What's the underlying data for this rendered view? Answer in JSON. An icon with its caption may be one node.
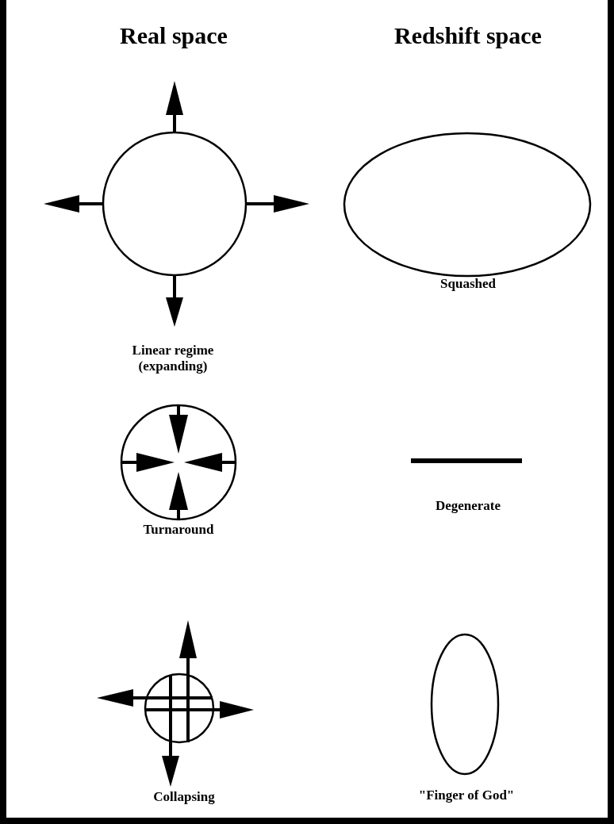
{
  "diagram": {
    "labels": [
      "Real space",
      "Redshift space",
      "Linear regime (expanding)",
      "Squashed",
      "Turnaround",
      "Degenerate",
      "Collapsing",
      "\"Finger of God\""
    ]
  }
}
